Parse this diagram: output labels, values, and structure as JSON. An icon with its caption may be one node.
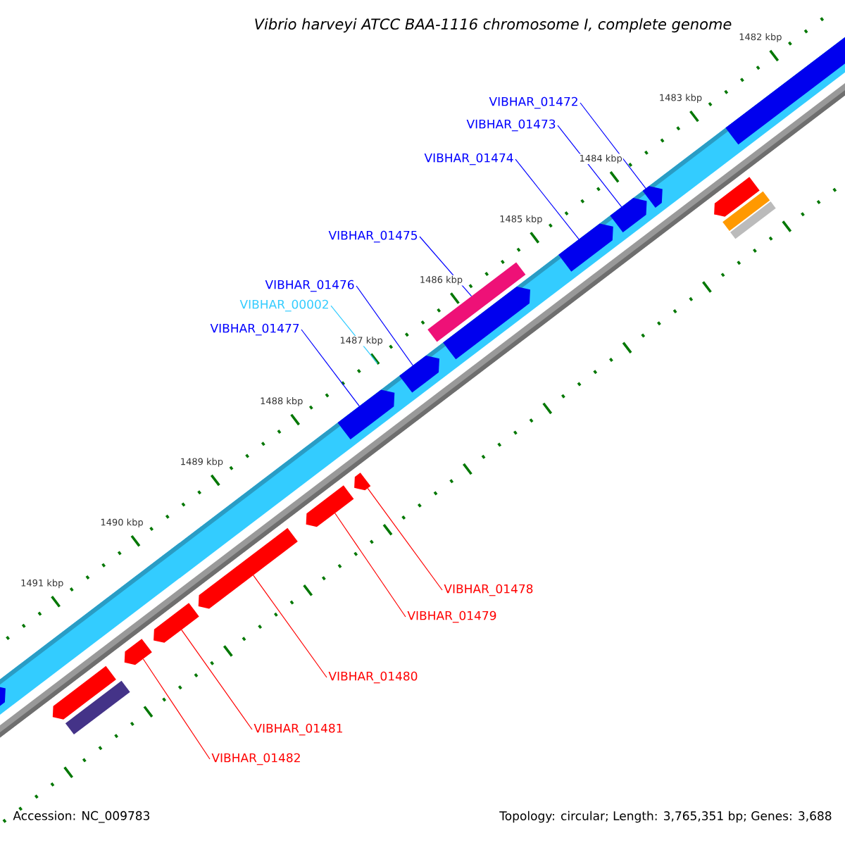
{
  "diagram": {
    "title": "Vibrio harveyi ATCC BAA-1116 chromosome I, complete genome",
    "nodes": [
      {
        "text": [
          "VIBHAR_01472"
        ]
      },
      {
        "text": [
          "VIBHAR_01473"
        ]
      },
      {
        "text": [
          "VIBHAR_01474"
        ]
      },
      {
        "text": [
          "VIBHAR_01475"
        ]
      },
      {
        "text": [
          "VIBHAR_01476"
        ]
      },
      {
        "text": [
          "VIBHAR_00002"
        ]
      },
      {
        "text": [
          "VIBHAR_01477"
        ]
      },
      {
        "text": [
          "VIBHAR_01478"
        ]
      },
      {
        "text": [
          "VIBHAR_01479"
        ]
      },
      {
        "text": [
          "VIBHAR_01480"
        ]
      },
      {
        "text": [
          "VIBHAR_01481"
        ]
      },
      {
        "text": [
          "VIBHAR_01482"
        ]
      },
      {
        "text": [],
        "shape": "arrow"
      },
      {
        "text": [],
        "shape": "arrow"
      },
      {
        "text": [],
        "shape": "arrow"
      },
      {
        "text": [],
        "shape": "arrow"
      },
      {
        "text": [],
        "shape": "bar"
      },
      {
        "text": [],
        "shape": "arrow"
      },
      {
        "text": [],
        "shape": "arrow"
      },
      {
        "text": [],
        "shape": "arrow"
      },
      {
        "text": [],
        "shape": "arrow"
      },
      {
        "text": [],
        "shape": "bar"
      },
      {
        "text": [],
        "shape": "arrow"
      },
      {
        "text": [],
        "shape": "arrow"
      },
      {
        "text": [],
        "shape": "arrow"
      },
      {
        "text": [],
        "shape": "arrow"
      },
      {
        "text": [],
        "shape": "arrow"
      },
      {
        "text": [],
        "shape": "arrow"
      },
      {
        "text": [],
        "shape": "arrow"
      },
      {
        "text": [],
        "shape": "bar"
      },
      {
        "text": [],
        "shape": "bar"
      }
    ],
    "edges": [
      {
        "from": 0,
        "to": 19,
        "arrow": "none"
      },
      {
        "from": 1,
        "to": 18,
        "arrow": "none"
      },
      {
        "from": 2,
        "to": 17,
        "arrow": "none"
      },
      {
        "from": 3,
        "to": 16,
        "arrow": "none"
      },
      {
        "from": 4,
        "to": 14,
        "arrow": "none"
      },
      {
        "from": 5,
        "to": null,
        "arrow": "none",
        "color": "#33ccff"
      },
      {
        "from": 6,
        "to": 13,
        "arrow": "none"
      },
      {
        "from": 7,
        "to": 27,
        "arrow": "none",
        "color": "#ff0000"
      },
      {
        "from": 8,
        "to": 26,
        "arrow": "none",
        "color": "#ff0000"
      },
      {
        "from": 9,
        "to": 25,
        "arrow": "none",
        "color": "#ff0000"
      },
      {
        "from": 10,
        "to": 24,
        "arrow": "none",
        "color": "#ff0000"
      },
      {
        "from": 11,
        "to": 23,
        "arrow": "none",
        "color": "#ff0000"
      }
    ],
    "labels": [
      "1482 kbp",
      "1483 kbp",
      "1484 kbp",
      "1485 kbp",
      "1486 kbp",
      "1487 kbp",
      "1488 kbp",
      "1489 kbp",
      "1490 kbp",
      "1491 kbp",
      "Accession: NC_009783",
      "Topology: circular; Length: 3,765,351 bp; Genes: 3,688"
    ]
  }
}
